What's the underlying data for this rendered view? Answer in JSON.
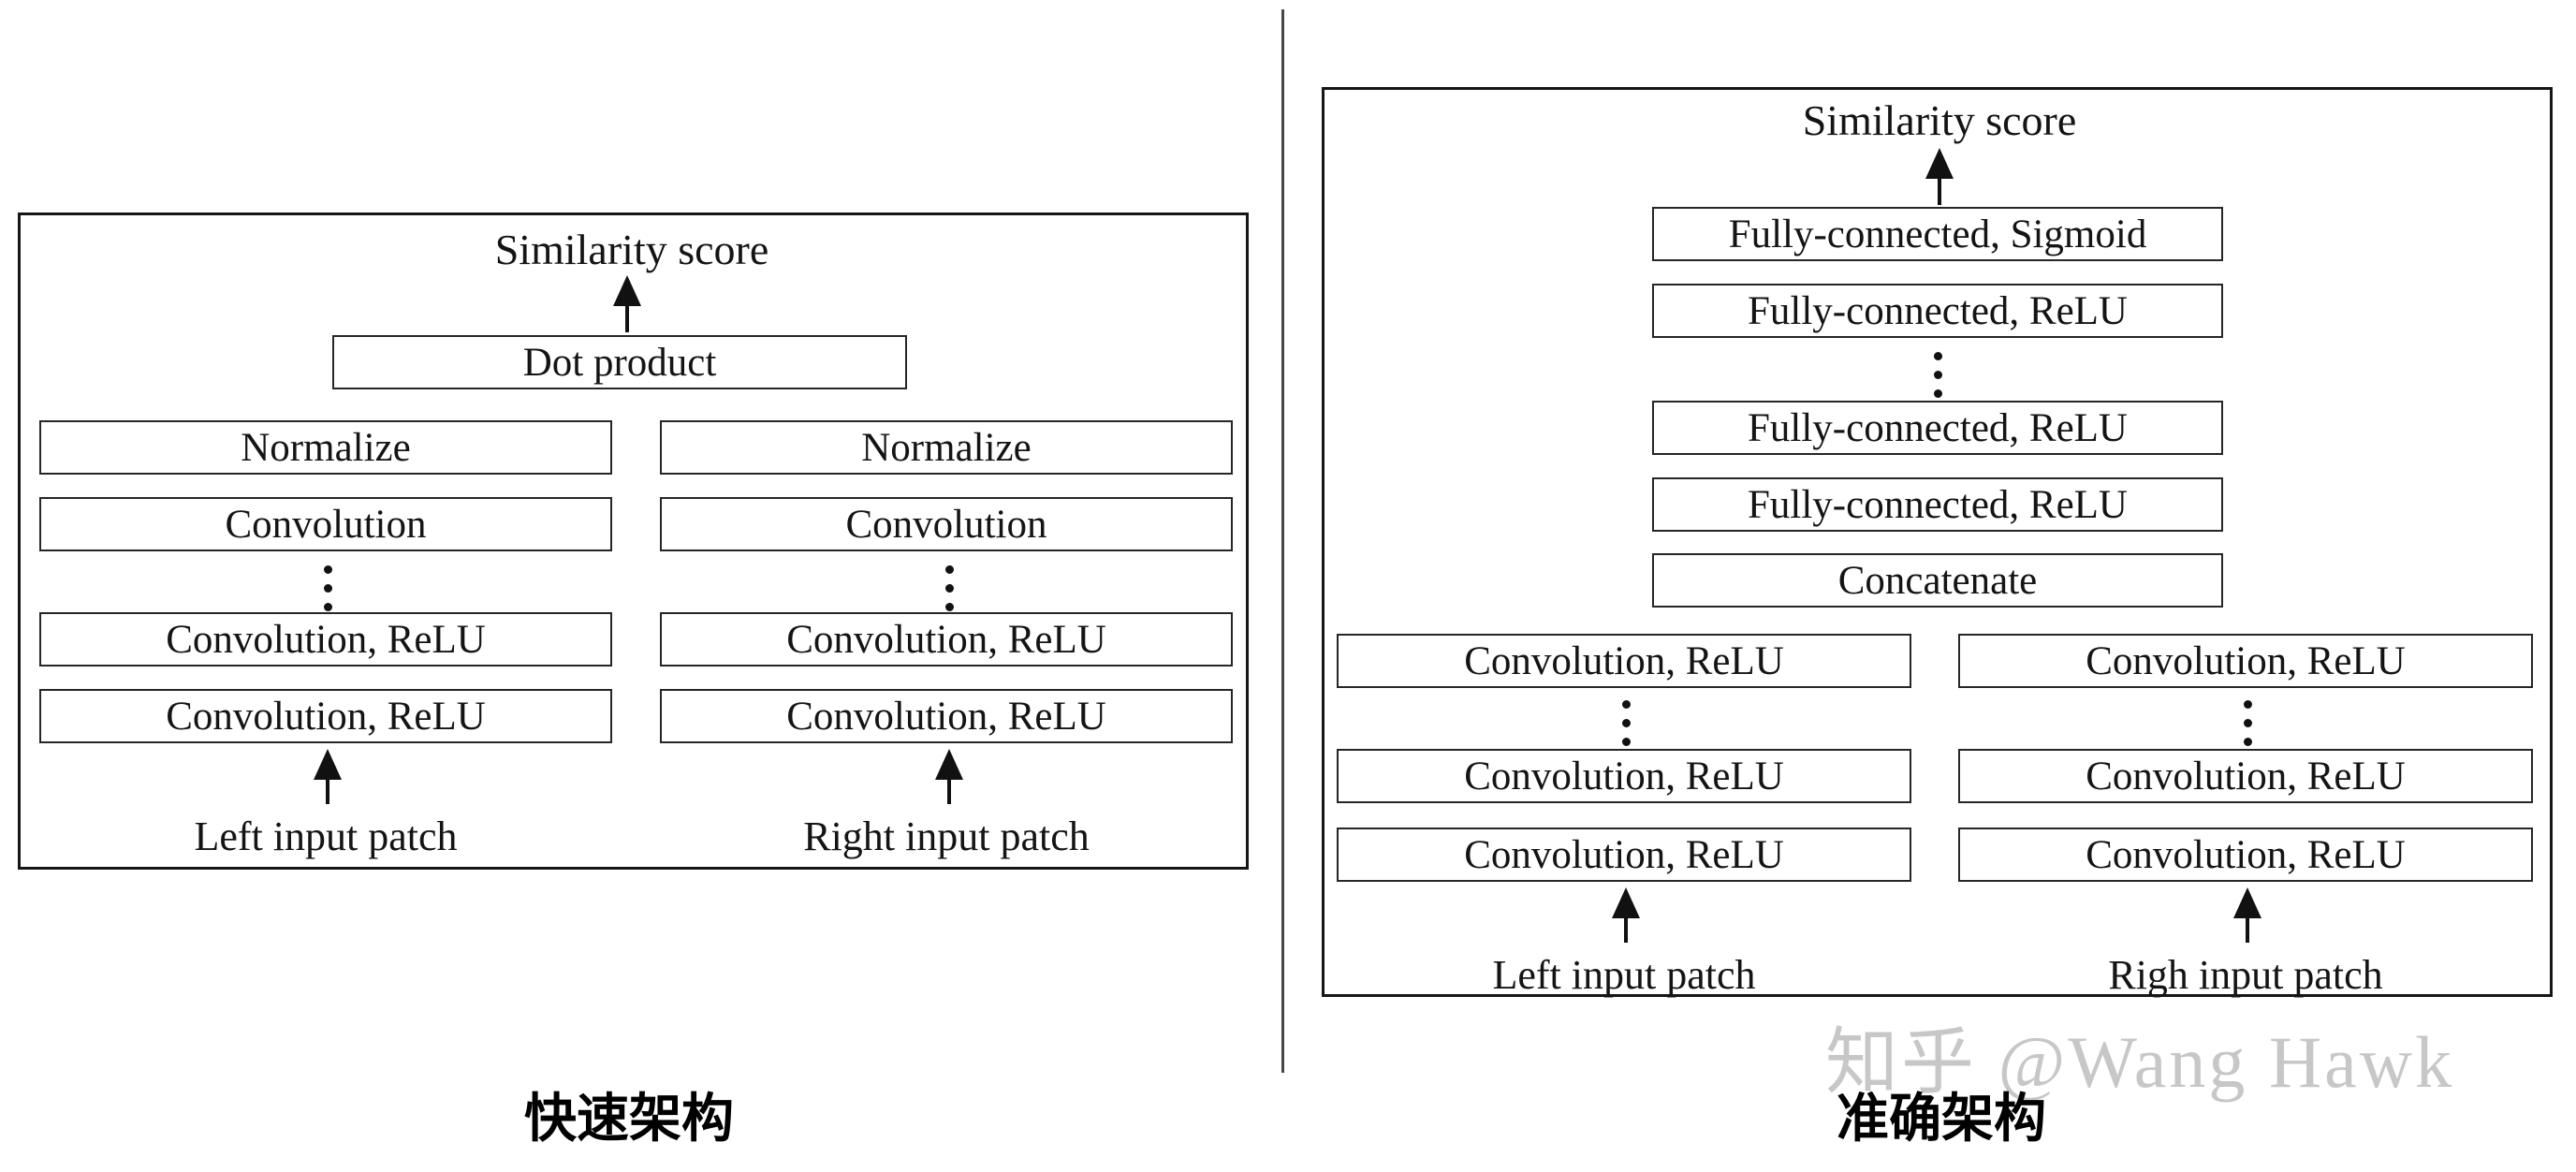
{
  "panels": {
    "fast": {
      "caption": "快速架构",
      "score_label": "Similarity score",
      "merge_box": "Dot product",
      "columns": {
        "left": {
          "top_boxes": [
            "Normalize",
            "Convolution"
          ],
          "bottom_boxes": [
            "Convolution, ReLU",
            "Convolution, ReLU"
          ],
          "input_label": "Left input patch"
        },
        "right": {
          "top_boxes": [
            "Normalize",
            "Convolution"
          ],
          "bottom_boxes": [
            "Convolution, ReLU",
            "Convolution, ReLU"
          ],
          "input_label": "Right input patch"
        }
      }
    },
    "accurate": {
      "caption": "准确架构",
      "score_label": "Similarity score",
      "stack_top": [
        "Fully-connected, Sigmoid",
        "Fully-connected, ReLU"
      ],
      "stack_bottom": [
        "Fully-connected, ReLU",
        "Fully-connected, ReLU",
        "Concatenate"
      ],
      "columns": {
        "left": {
          "top_boxes": [
            "Convolution, ReLU"
          ],
          "bottom_boxes": [
            "Convolution, ReLU",
            "Convolution, ReLU"
          ],
          "input_label": "Left input patch"
        },
        "right": {
          "top_boxes": [
            "Convolution, ReLU"
          ],
          "bottom_boxes": [
            "Convolution, ReLU",
            "Convolution, ReLU"
          ],
          "input_label": "Righ input patch"
        }
      }
    }
  },
  "watermark": {
    "text": "知乎 @Wang Hawk",
    "color": "#c7c7c7"
  },
  "colors": {
    "line": "#161616",
    "text": "#141414",
    "divider": "#474747"
  }
}
